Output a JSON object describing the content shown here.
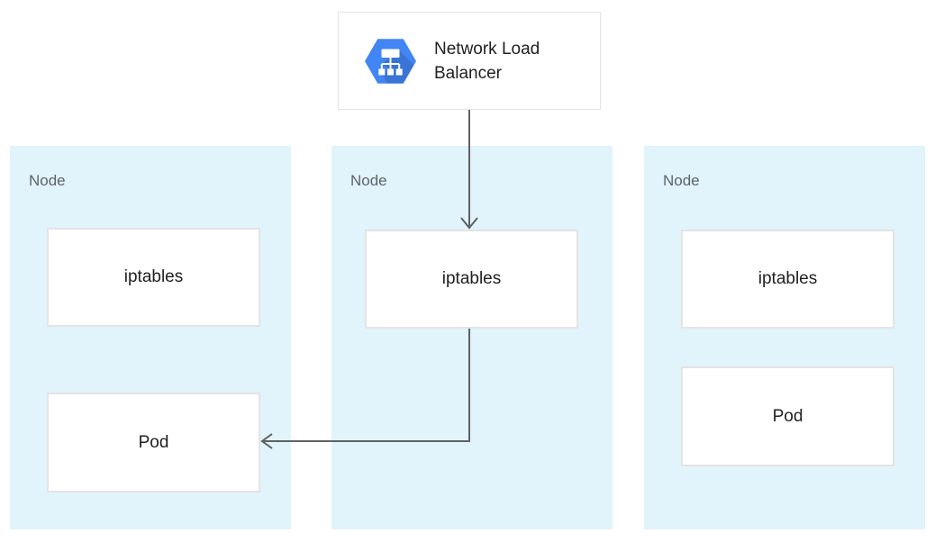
{
  "load_balancer": {
    "label": "Network Load Balancer",
    "icon": "network-load-balancer-hexagon"
  },
  "nodes": [
    {
      "label": "Node",
      "boxes": [
        {
          "label": "iptables"
        },
        {
          "label": "Pod"
        }
      ]
    },
    {
      "label": "Node",
      "boxes": [
        {
          "label": "iptables"
        }
      ]
    },
    {
      "label": "Node",
      "boxes": [
        {
          "label": "iptables"
        },
        {
          "label": "Pod"
        }
      ]
    }
  ],
  "connections": [
    {
      "from": "network-load-balancer",
      "to": "node-2-iptables"
    },
    {
      "from": "node-2-iptables",
      "to": "node-1-pod"
    }
  ],
  "colors": {
    "node_background": "#e1f3fb",
    "box_background": "#ffffff",
    "box_border": "#e4e4e4",
    "arrow": "#616161",
    "node_label_text": "#5f6368",
    "box_label_text": "#212121",
    "icon_blue": "#4285f4"
  }
}
